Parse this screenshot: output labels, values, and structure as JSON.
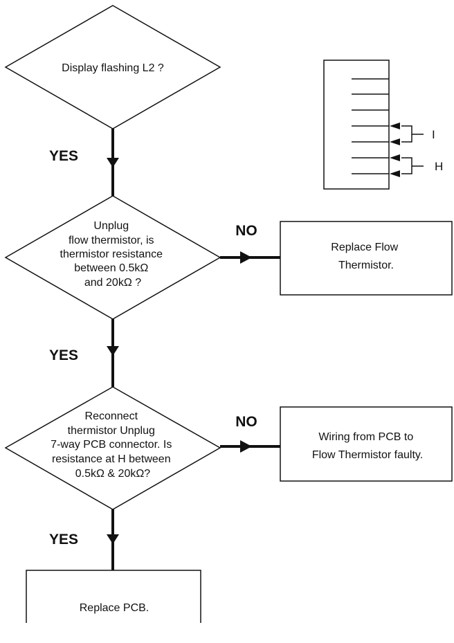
{
  "decisions": [
    {
      "id": "d1",
      "lines": [
        "Display flashing L2 ?"
      ]
    },
    {
      "id": "d2",
      "lines": [
        "Unplug",
        "flow thermistor, is",
        "thermistor resistance",
        "between 0.5kΩ",
        "and 20kΩ ?"
      ]
    },
    {
      "id": "d3",
      "lines": [
        "Reconnect",
        "thermistor Unplug",
        "7-way PCB connector. Is",
        "resistance at H between",
        "0.5kΩ & 20kΩ?"
      ]
    }
  ],
  "boxes": [
    {
      "id": "b1",
      "lines": [
        "Replace Flow",
        "Thermistor."
      ]
    },
    {
      "id": "b2",
      "lines": [
        "Wiring from PCB to",
        "Flow Thermistor faulty."
      ]
    },
    {
      "id": "b3",
      "lines": [
        "Replace PCB."
      ]
    }
  ],
  "edges": {
    "yes1": "YES",
    "yes2": "YES",
    "yes3": "YES",
    "no1": "NO",
    "no2": "NO"
  },
  "connector": {
    "label_i": "I",
    "label_h": "H"
  }
}
